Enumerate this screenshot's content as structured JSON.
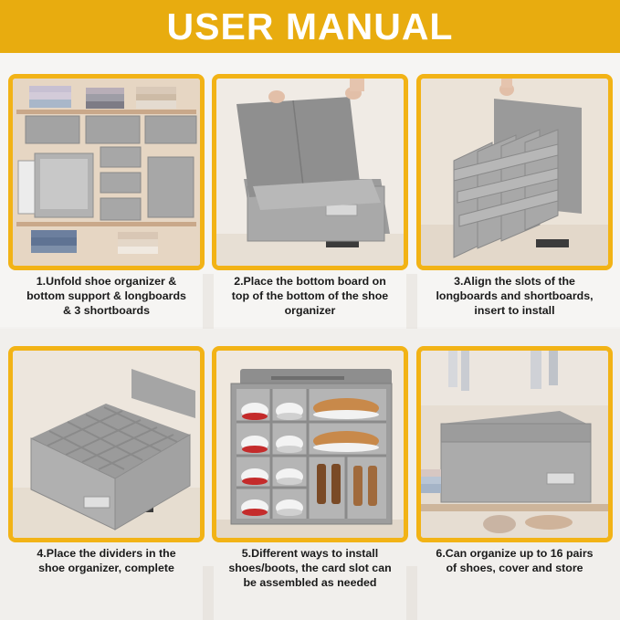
{
  "header": {
    "title": "USER MANUAL"
  },
  "colors": {
    "banner": "#e8ac0f",
    "frame": "#f2b316",
    "organizer": "#9a9a9a"
  },
  "steps": [
    {
      "lines": [
        "1.Unfold shoe organizer &",
        "bottom support & longboards",
        "& 3 shortboards"
      ]
    },
    {
      "lines": [
        "2.Place the bottom board on",
        "top of the bottom of the shoe",
        "organizer"
      ]
    },
    {
      "lines": [
        "3.Align the slots of the",
        "longboards and shortboards,",
        "insert to install"
      ]
    },
    {
      "lines": [
        "4.Place the dividers in the",
        "shoe organizer, complete"
      ]
    },
    {
      "lines": [
        "5.Different ways to install",
        "shoes/boots, the card slot can",
        "be assembled as needed"
      ]
    },
    {
      "lines": [
        "6.Can organize up to 16 pairs",
        "of shoes, cover and store"
      ]
    }
  ]
}
